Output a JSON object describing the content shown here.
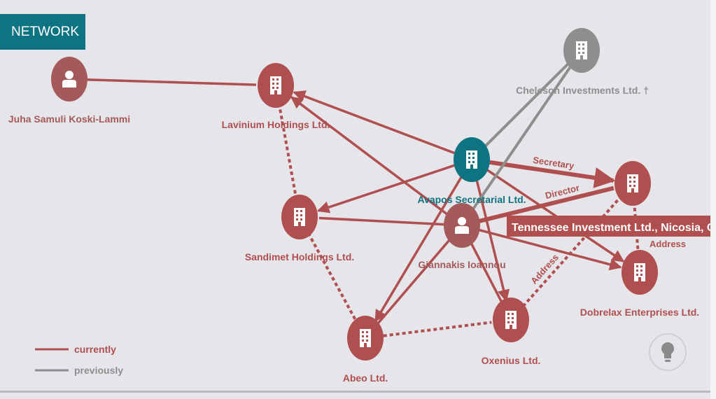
{
  "tab": {
    "label": "NETWORK"
  },
  "colors": {
    "current": "#b04f4f",
    "previous": "#8e8e8e",
    "focus": "#0f7482",
    "node_person": "#a45a5a",
    "node_company": "#b04f4f"
  },
  "nodes": [
    {
      "id": "juha",
      "label": "Juha Samuli Koski-Lammi",
      "type": "person",
      "status": "current"
    },
    {
      "id": "lavinium",
      "label": "Lavinium Holdings Ltd.",
      "type": "company",
      "status": "current"
    },
    {
      "id": "cheleson",
      "label": "Cheleson Investments Ltd. †",
      "type": "company",
      "status": "previous"
    },
    {
      "id": "avapos",
      "label": "Avapos Secretarial Ltd.",
      "type": "company",
      "status": "focus"
    },
    {
      "id": "tennessee",
      "label": "",
      "type": "company",
      "status": "current"
    },
    {
      "id": "sandimet",
      "label": "Sandimet Holdings Ltd.",
      "type": "company",
      "status": "current"
    },
    {
      "id": "giannakis",
      "label": "Giannakis Ioannou",
      "type": "person",
      "status": "current"
    },
    {
      "id": "dobrelax",
      "label": "Dobrelax Enterprises Ltd.",
      "type": "company",
      "status": "current"
    },
    {
      "id": "abeo",
      "label": "Abeo Ltd.",
      "type": "company",
      "status": "current"
    },
    {
      "id": "oxenius",
      "label": "Oxenius Ltd.",
      "type": "company",
      "status": "current"
    }
  ],
  "edges": [
    {
      "from": "juha",
      "to": "lavinium",
      "style": "current"
    },
    {
      "from": "avapos",
      "to": "lavinium",
      "style": "current",
      "arrow": true
    },
    {
      "from": "avapos",
      "to": "sandimet",
      "style": "current",
      "arrow": true
    },
    {
      "from": "avapos",
      "to": "tennessee",
      "style": "current-strong",
      "arrow": true,
      "label": "Secretary"
    },
    {
      "from": "avapos",
      "to": "dobrelax",
      "style": "current",
      "arrow": true
    },
    {
      "from": "avapos",
      "to": "abeo",
      "style": "current",
      "arrow": true
    },
    {
      "from": "avapos",
      "to": "oxenius",
      "style": "current",
      "arrow": true
    },
    {
      "from": "giannakis",
      "to": "lavinium",
      "style": "current",
      "arrow": true
    },
    {
      "from": "giannakis",
      "to": "tennessee",
      "style": "current-strong",
      "label": "Director"
    },
    {
      "from": "giannakis",
      "to": "dobrelax",
      "style": "current",
      "arrow": true
    },
    {
      "from": "giannakis",
      "to": "sandimet",
      "style": "current"
    },
    {
      "from": "giannakis",
      "to": "abeo",
      "style": "current"
    },
    {
      "from": "giannakis",
      "to": "oxenius",
      "style": "current"
    },
    {
      "from": "avapos",
      "to": "cheleson",
      "style": "previous"
    },
    {
      "from": "giannakis",
      "to": "cheleson",
      "style": "previous"
    },
    {
      "from": "lavinium",
      "to": "sandimet",
      "style": "dotted"
    },
    {
      "from": "sandimet",
      "to": "abeo",
      "style": "dotted"
    },
    {
      "from": "abeo",
      "to": "oxenius",
      "style": "dotted"
    },
    {
      "from": "oxenius",
      "to": "tennessee",
      "style": "dotted",
      "label": "Address"
    },
    {
      "from": "tennessee",
      "to": "dobrelax",
      "style": "dotted",
      "label": "Address"
    }
  ],
  "tooltip": {
    "text": "Tennessee Investment Ltd., Nicosia, Cyprus"
  },
  "legend": {
    "current": "currently",
    "previous": "previously"
  },
  "hint_button": {
    "icon": "lightbulb-icon"
  }
}
